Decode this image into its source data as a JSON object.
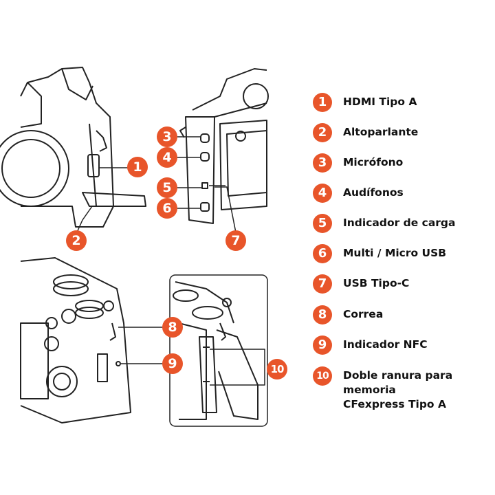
{
  "accent_color": "#e8552a",
  "callouts": [
    "1",
    "2",
    "3",
    "4",
    "5",
    "6",
    "7",
    "8",
    "9",
    "10"
  ],
  "legend": [
    {
      "num": "1",
      "label": "HDMI Tipo A"
    },
    {
      "num": "2",
      "label": "Altoparlante"
    },
    {
      "num": "3",
      "label": "Micrófono"
    },
    {
      "num": "4",
      "label": "Audífonos"
    },
    {
      "num": "5",
      "label": "Indicador de carga"
    },
    {
      "num": "6",
      "label": "Multi / Micro USB"
    },
    {
      "num": "7",
      "label": "USB Tipo-C"
    },
    {
      "num": "8",
      "label": "Correa"
    },
    {
      "num": "9",
      "label": "Indicador NFC"
    },
    {
      "num": "10",
      "label": "Doble ranura para memoria CFexpress Tipo A"
    }
  ]
}
